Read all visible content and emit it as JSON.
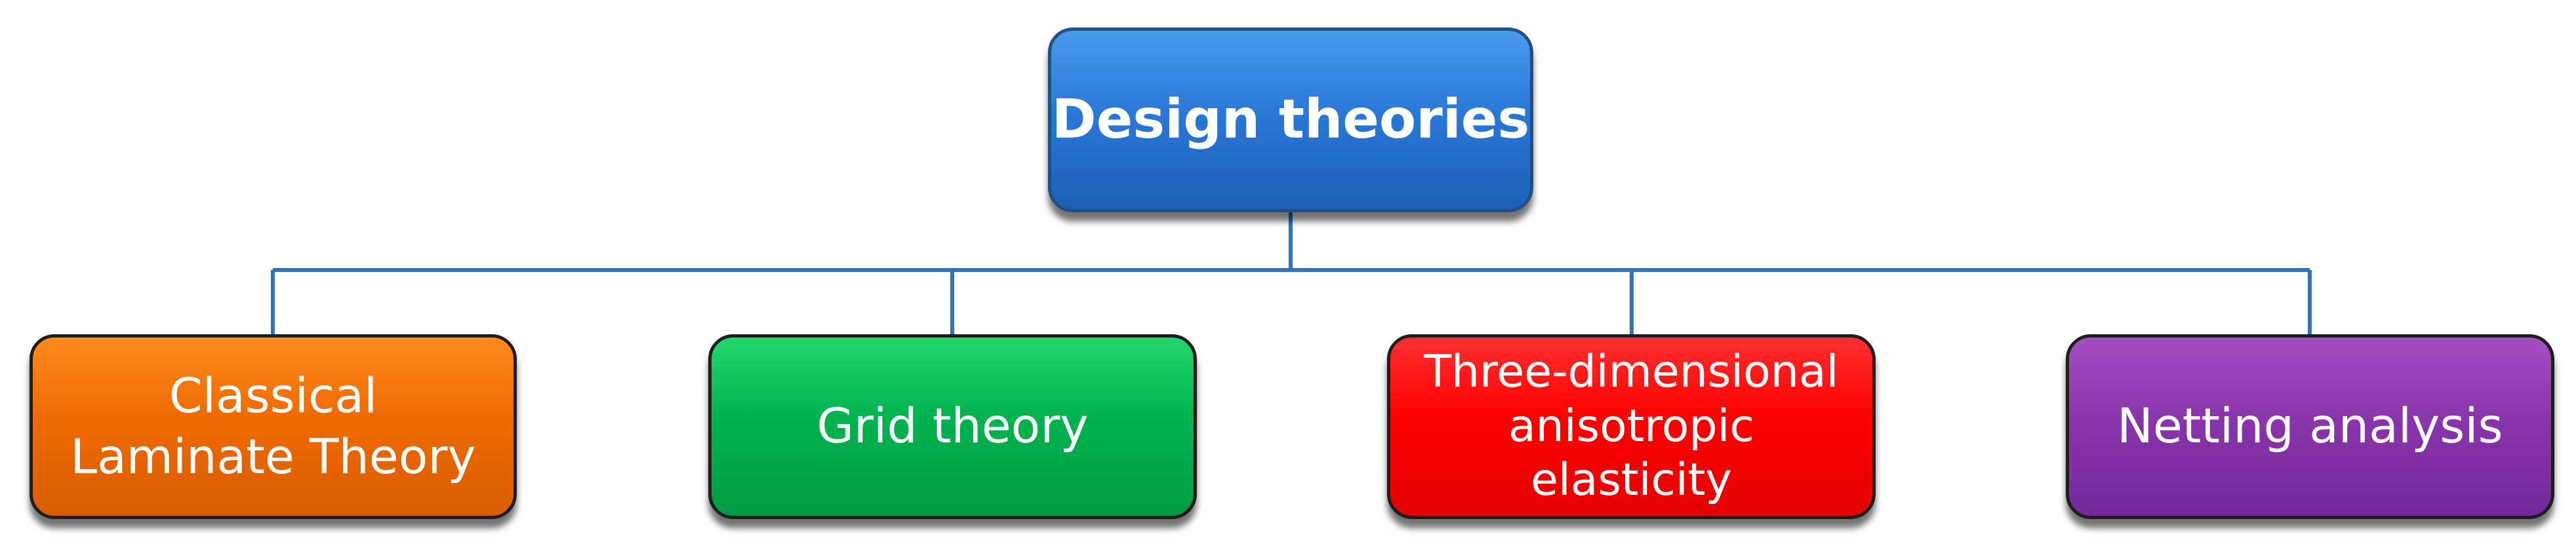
{
  "diagram": {
    "root": {
      "label": "Design theories",
      "color": "#2b78d8"
    },
    "children": [
      {
        "label": "Classical\nLaminate Theory",
        "color": "#ef6a00"
      },
      {
        "label": "Grid theory",
        "color": "#00b34f"
      },
      {
        "label": "Three-dimensional\nanisotropic\nelasticity",
        "color": "#ff0000"
      },
      {
        "label": "Netting analysis",
        "color": "#8a35ab"
      }
    ],
    "connector_color": "#2f73c0"
  }
}
